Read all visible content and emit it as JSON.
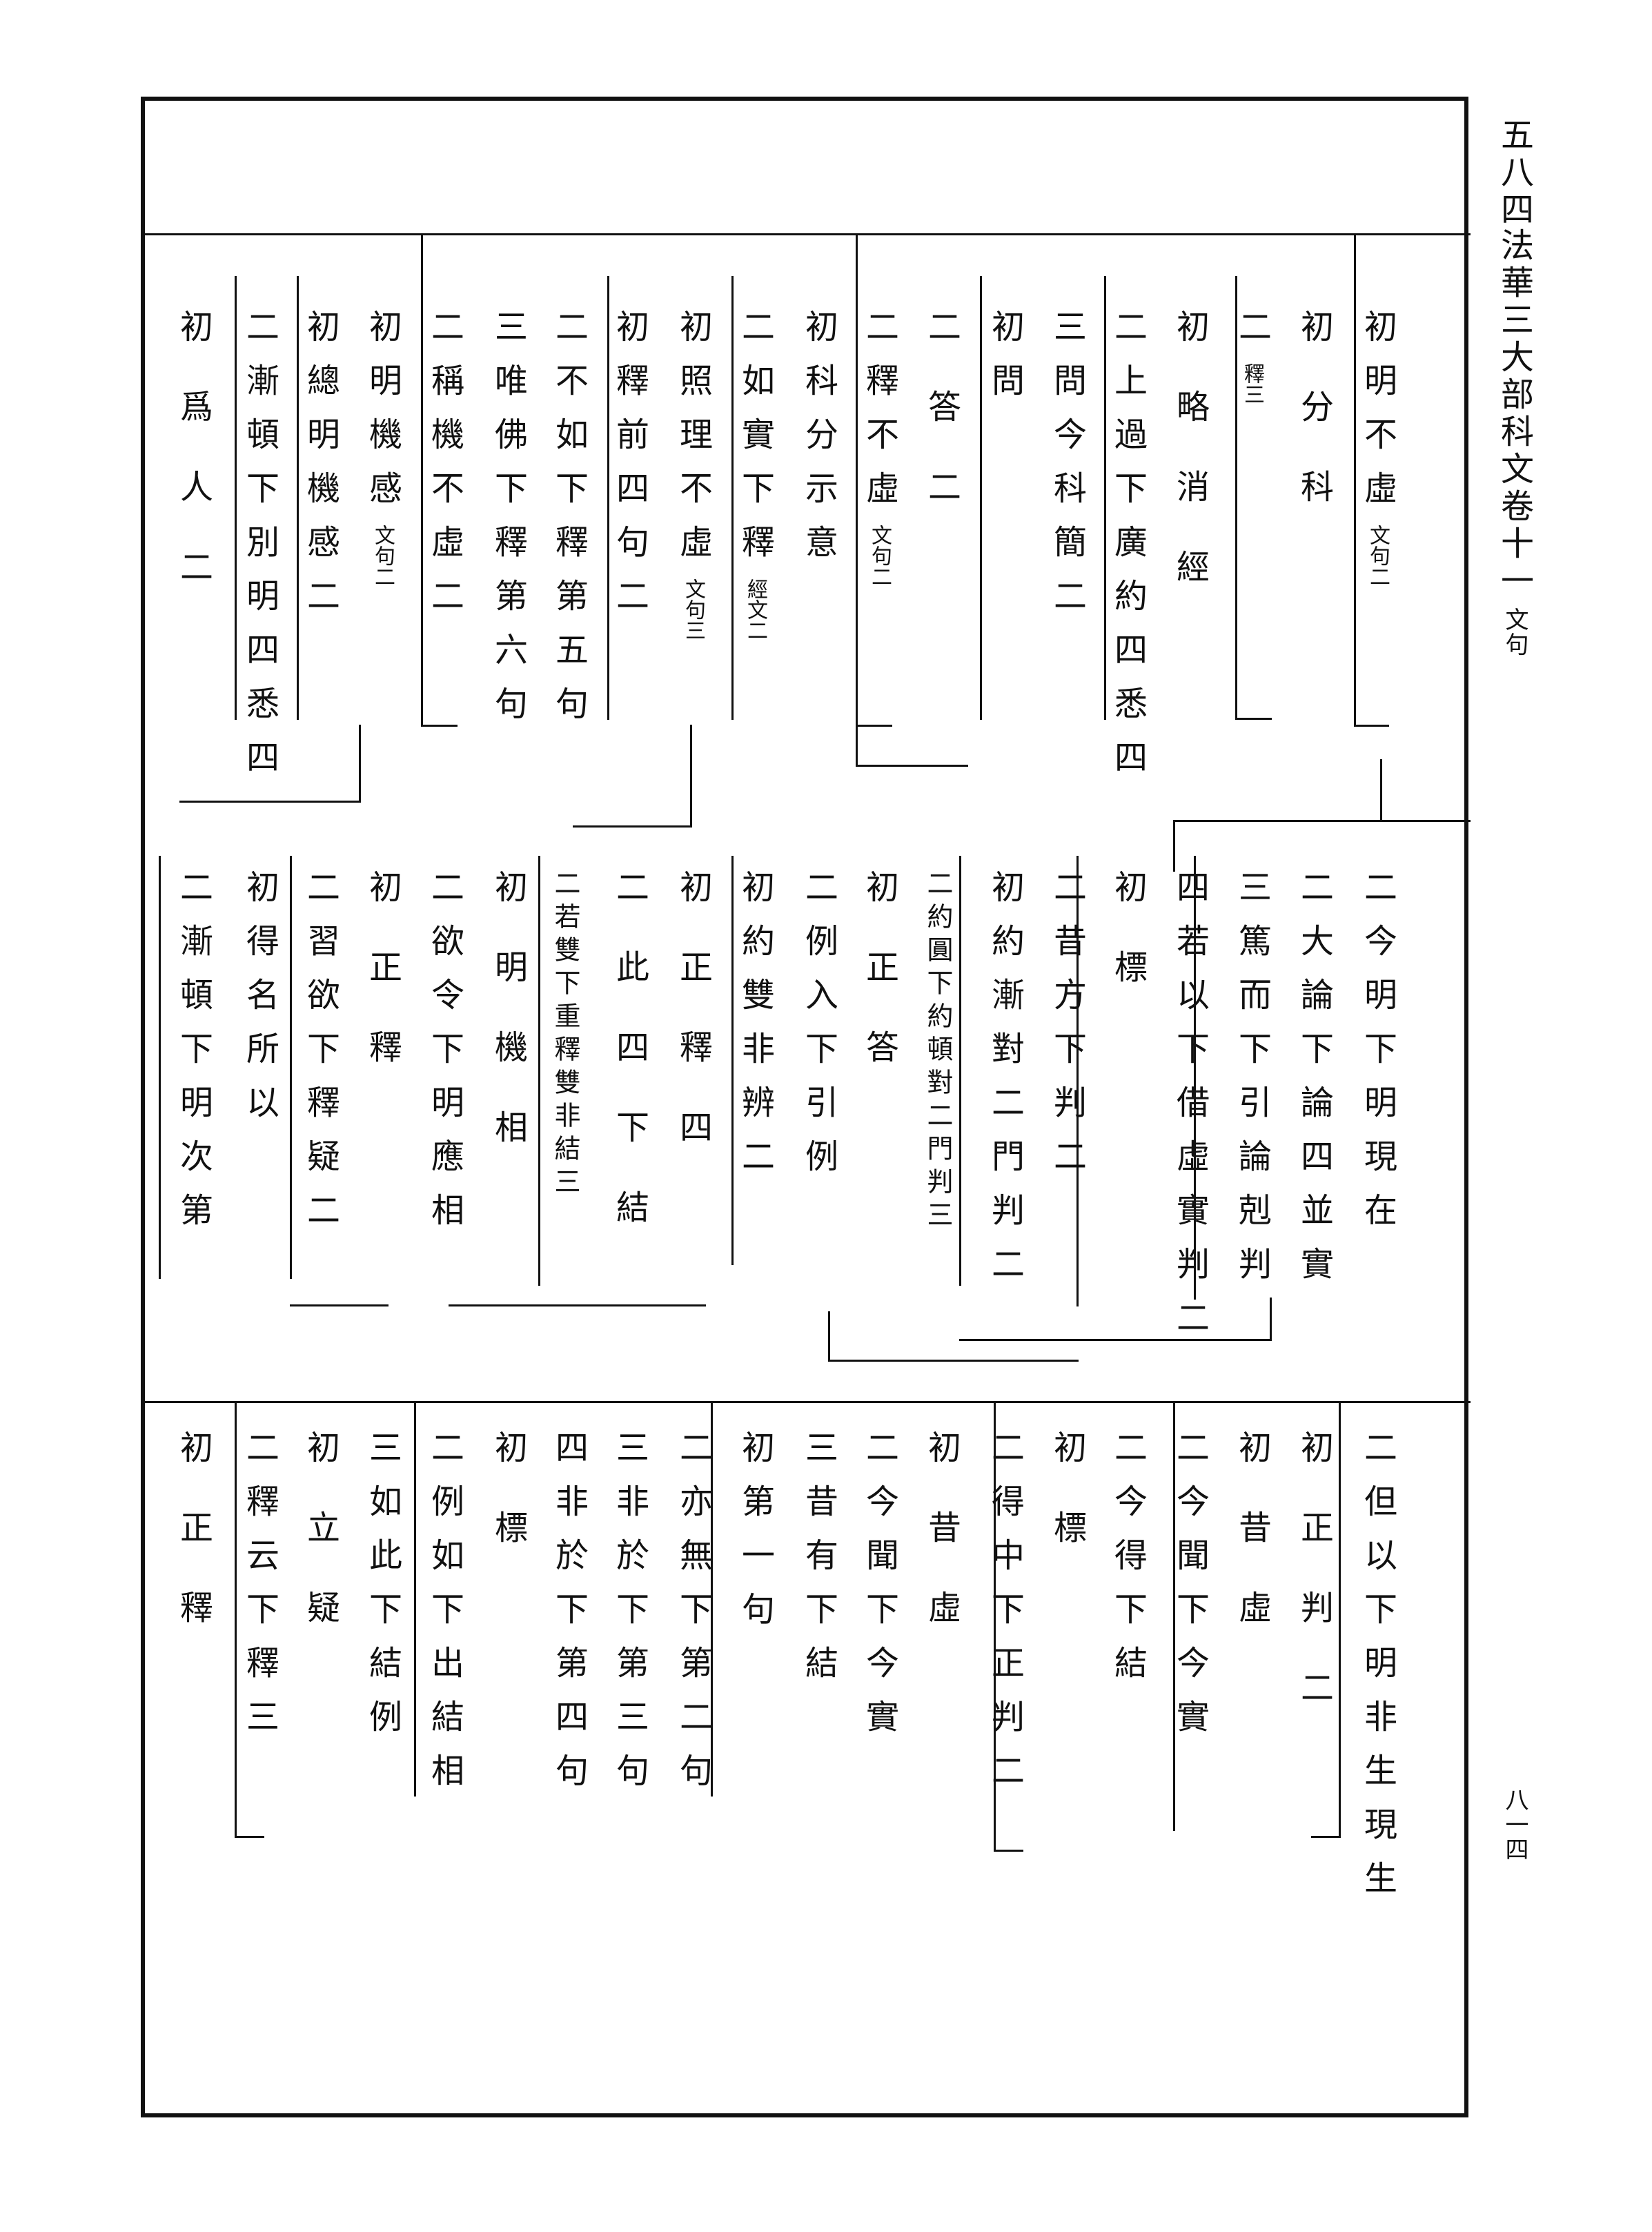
{
  "header": {
    "page_no_top": "五八四",
    "book_title": "法華三大部科文卷十一",
    "book_title_note": "文句",
    "page_no_bottom": "八一四"
  },
  "tier1": [
    {
      "id": "t1c1",
      "text": "初明不虛",
      "note": "文句二"
    },
    {
      "id": "t1c2",
      "text": "初分科",
      "note": ""
    },
    {
      "id": "t1c3",
      "text": "二",
      "note": "釋三"
    },
    {
      "id": "t1c4",
      "text": "初略消經",
      "note": ""
    },
    {
      "id": "t1c5",
      "text": "二上過下廣約四悉四",
      "note": ""
    },
    {
      "id": "t1c6",
      "text": "三問今科簡二",
      "note": ""
    },
    {
      "id": "t1c7",
      "text": "初問",
      "note": ""
    },
    {
      "id": "t1c8",
      "text": "二答二",
      "note": ""
    },
    {
      "id": "t1c9",
      "text": "二釋不虛",
      "note": "文句二"
    },
    {
      "id": "t1c10",
      "text": "初科分示意",
      "note": ""
    },
    {
      "id": "t1c11",
      "text": "二如實下釋",
      "note": "經文二"
    },
    {
      "id": "t1c12",
      "text": "初照理不虛",
      "note": "文句三"
    },
    {
      "id": "t1c13",
      "text": "初釋前四句二",
      "note": ""
    },
    {
      "id": "t1c14",
      "text": "二不如下釋第五句",
      "note": ""
    },
    {
      "id": "t1c15",
      "text": "三唯佛下釋第六句",
      "note": ""
    },
    {
      "id": "t1c16",
      "text": "二稱機不虛二",
      "note": ""
    },
    {
      "id": "t1c17",
      "text": "初明機感",
      "note": "文句二"
    },
    {
      "id": "t1c18",
      "text": "初總明機感二",
      "note": ""
    },
    {
      "id": "t1c19",
      "text": "二漸頓下別明四悉四",
      "note": ""
    },
    {
      "id": "t1c20",
      "text": "初爲人二",
      "note": ""
    }
  ],
  "tier2": [
    {
      "id": "t2c1",
      "text": "二今明下明現在"
    },
    {
      "id": "t2c2",
      "text": "二大論下論四並實"
    },
    {
      "id": "t2c3",
      "text": "三篤而下引論剋判"
    },
    {
      "id": "t2c4",
      "text": "四若以下借虛實判二"
    },
    {
      "id": "t2c5",
      "text": "初標"
    },
    {
      "id": "t2c6",
      "text": "二昔方下判二"
    },
    {
      "id": "t2c7",
      "text": "初約漸對二門判二"
    },
    {
      "id": "t2c8",
      "text": "二約圓下約頓對二門判三"
    },
    {
      "id": "t2c9",
      "text": "初正答"
    },
    {
      "id": "t2c10",
      "text": "二例入下引例"
    },
    {
      "id": "t2c11",
      "text": "初約雙非辨二"
    },
    {
      "id": "t2c12",
      "text": "初正釋四"
    },
    {
      "id": "t2c13",
      "text": "二此四下結"
    },
    {
      "id": "t2c14",
      "text": "二若雙下重釋雙非結三"
    },
    {
      "id": "t2c15",
      "text": "初明機相"
    },
    {
      "id": "t2c16",
      "text": "二欲令下明應相"
    },
    {
      "id": "t2c17",
      "text": "初正釋"
    },
    {
      "id": "t2c18",
      "text": "二習欲下釋疑二"
    },
    {
      "id": "t2c19",
      "text": "初得名所以"
    },
    {
      "id": "t2c20",
      "text": "二漸頓下明次第"
    }
  ],
  "tier3": [
    {
      "id": "t3c1",
      "text": "二但以下明非生現生"
    },
    {
      "id": "t3c2",
      "text": "初正判二"
    },
    {
      "id": "t3c3",
      "text": "初昔虛"
    },
    {
      "id": "t3c4",
      "text": "二今聞下今實"
    },
    {
      "id": "t3c5",
      "text": "二今得下結"
    },
    {
      "id": "t3c6",
      "text": "初標"
    },
    {
      "id": "t3c7",
      "text": "二得中下正判二"
    },
    {
      "id": "t3c8",
      "text": "初昔虛"
    },
    {
      "id": "t3c9",
      "text": "二今聞下今實"
    },
    {
      "id": "t3c10",
      "text": "三昔有下結"
    },
    {
      "id": "t3c11",
      "text": "初第一句"
    },
    {
      "id": "t3c12",
      "text": "二亦無下第二句"
    },
    {
      "id": "t3c13",
      "text": "三非於下第三句"
    },
    {
      "id": "t3c14",
      "text": "四非於下第四句"
    },
    {
      "id": "t3c15",
      "text": "初標"
    },
    {
      "id": "t3c16",
      "text": "二例如下出結相"
    },
    {
      "id": "t3c17",
      "text": "三如此下結例"
    },
    {
      "id": "t3c18",
      "text": "初立疑"
    },
    {
      "id": "t3c19",
      "text": "二釋云下釋三"
    },
    {
      "id": "t3c20",
      "text": "初正釋"
    }
  ]
}
